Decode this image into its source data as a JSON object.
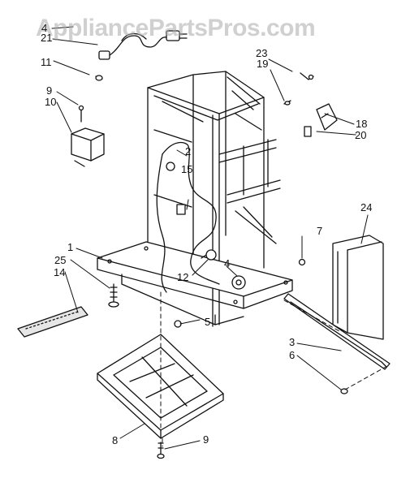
{
  "watermark": "AppliancePartsPros.com",
  "callouts": {
    "c4": "4",
    "c21": "21",
    "c11": "11",
    "c9a": "9",
    "c10": "10",
    "c23": "23",
    "c19": "19",
    "c18": "18",
    "c20": "20",
    "c2": "2",
    "c15": "15",
    "c24": "24",
    "c7": "7",
    "c1": "1",
    "c25": "25",
    "c14": "14",
    "c12": "12",
    "c4b": "4",
    "c5": "5",
    "c3": "3",
    "c6": "6",
    "c8": "8",
    "c9b": "9"
  },
  "colors": {
    "ink": "#111111",
    "watermark": "#aaaaaa",
    "background": "#ffffff"
  }
}
